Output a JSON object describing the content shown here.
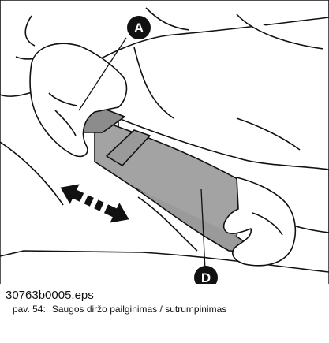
{
  "callouts": {
    "a": "A",
    "d": "D"
  },
  "file_name": "30763b0005.eps",
  "caption": {
    "figure": "pav. 54:",
    "text": "Saugos diržo pailginimas / sutrumpinimas"
  },
  "colors": {
    "belt": "#a3a3a3",
    "buckle": "#8c8c8c",
    "line": "#111111",
    "callout_fill": "#111111",
    "callout_text": "#ffffff"
  },
  "icons": [
    "double-arrow-icon",
    "callout-marker"
  ]
}
